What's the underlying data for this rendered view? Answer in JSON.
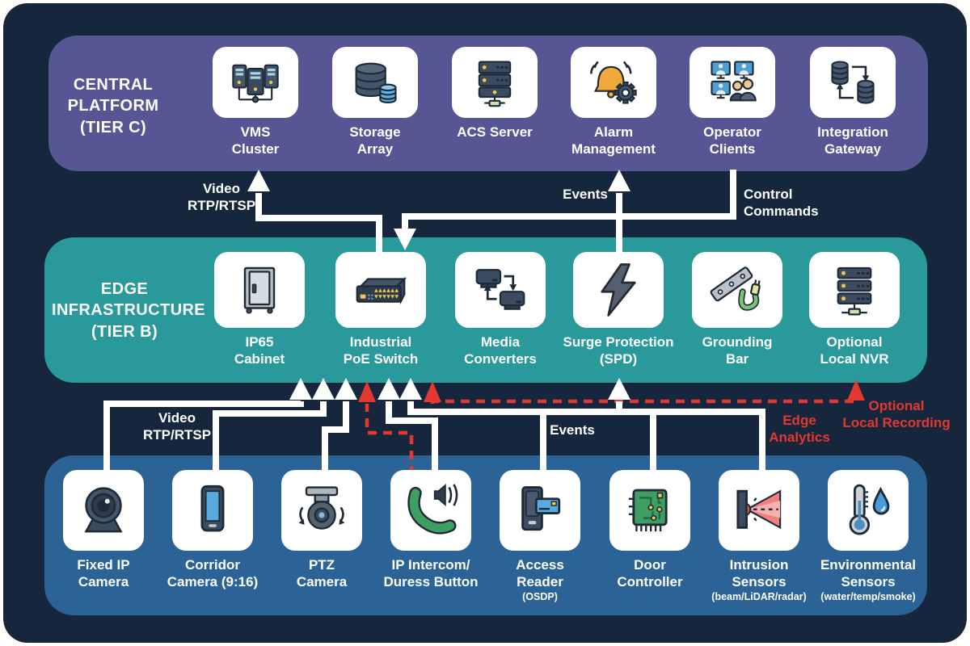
{
  "tiers": {
    "central": {
      "label": "CENTRAL\nPLATFORM\n(TIER C)",
      "items": [
        {
          "id": "vms-cluster",
          "label": "VMS\nCluster"
        },
        {
          "id": "storage-array",
          "label": "Storage\nArray"
        },
        {
          "id": "acs-server",
          "label": "ACS Server"
        },
        {
          "id": "alarm-management",
          "label": "Alarm\nManagement"
        },
        {
          "id": "operator-clients",
          "label": "Operator\nClients"
        },
        {
          "id": "integration-gateway",
          "label": "Integration\nGateway"
        }
      ]
    },
    "edge": {
      "label": "EDGE\nINFRASTRUCTURE\n(TIER B)",
      "items": [
        {
          "id": "ip65-cabinet",
          "label": "IP65\nCabinet"
        },
        {
          "id": "poe-switch",
          "label": "Industrial\nPoE Switch"
        },
        {
          "id": "media-converters",
          "label": "Media\nConverters"
        },
        {
          "id": "surge-protection",
          "label": "Surge Protection\n(SPD)"
        },
        {
          "id": "grounding-bar",
          "label": "Grounding\nBar"
        },
        {
          "id": "local-nvr",
          "label": "Optional\nLocal NVR"
        }
      ]
    },
    "field": {
      "items": [
        {
          "id": "fixed-ip-camera",
          "label": "Fixed IP\nCamera"
        },
        {
          "id": "corridor-camera",
          "label": "Corridor\nCamera (9:16)"
        },
        {
          "id": "ptz-camera",
          "label": "PTZ\nCamera"
        },
        {
          "id": "ip-intercom",
          "label": "IP Intercom/\nDuress Button"
        },
        {
          "id": "access-reader",
          "label": "Access\nReader",
          "sub": "(OSDP)"
        },
        {
          "id": "door-controller",
          "label": "Door\nController"
        },
        {
          "id": "intrusion-sensors",
          "label": "Intrusion\nSensors",
          "sub": "(beam/LiDAR/radar)"
        },
        {
          "id": "environmental-sensors",
          "label": "Environmental\nSensors",
          "sub": "(water/temp/smoke)"
        }
      ]
    }
  },
  "flow_labels": {
    "video_top": "Video\nRTP/RTSP",
    "events_top": "Events",
    "control_commands": "Control\nCommands",
    "video_bottom": "Video\nRTP/RTSP",
    "events_bottom": "Events",
    "edge_analytics": "Edge\nAnalytics",
    "optional_recording": "Optional\nLocal Recording"
  },
  "colors": {
    "background": "#16273d",
    "tier_central_band": "#575694",
    "tier_edge_band": "#29999b",
    "tier_field_band": "#2c6396",
    "node_card": "#ffffff",
    "flow_line": "#ffffff",
    "dashed_flow": "#e2382f",
    "text": "#ffffff"
  }
}
